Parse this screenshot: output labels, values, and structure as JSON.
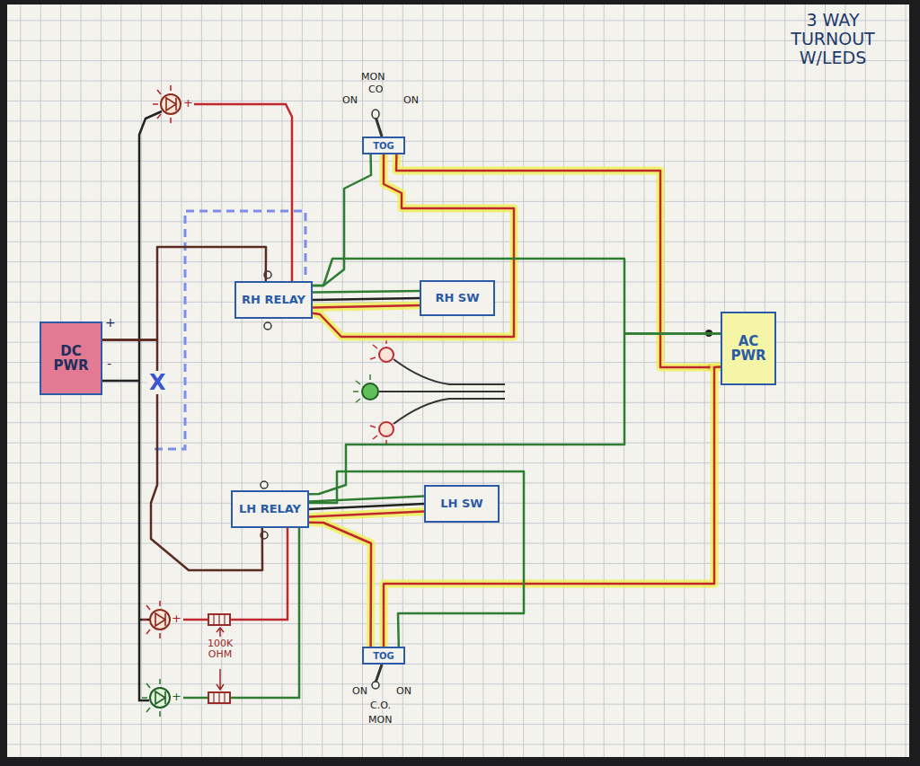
{
  "diagram": {
    "title": "3 WAY TURNOUT W/LEDS",
    "nodes": [
      {
        "text": [
          "TOG"
        ]
      },
      {
        "text": [
          "RH RELAY"
        ]
      },
      {
        "text": [
          "RH SW"
        ]
      },
      {
        "text": [
          "DC PWR"
        ]
      },
      {
        "text": [
          "AC PWR"
        ]
      },
      {
        "text": [
          "LH RELAY"
        ]
      },
      {
        "text": [
          "LH SW"
        ]
      },
      {
        "text": [
          "TOG"
        ]
      }
    ],
    "edges": [
      {
        "from": 3,
        "to": 1,
        "arrow": "none"
      },
      {
        "from": 3,
        "to": 5,
        "arrow": "none"
      },
      {
        "from": 0,
        "to": 1,
        "arrow": "none"
      },
      {
        "from": 0,
        "to": 4,
        "arrow": "none"
      },
      {
        "from": 0,
        "to": 1,
        "arrow": "none"
      },
      {
        "from": 1,
        "to": 2,
        "arrow": "none"
      },
      {
        "from": 1,
        "to": 2,
        "arrow": "none"
      },
      {
        "from": 1,
        "to": 2,
        "arrow": "none"
      },
      {
        "from": 4,
        "to": 1,
        "arrow": "none"
      },
      {
        "from": 4,
        "to": 5,
        "arrow": "none"
      },
      {
        "from": 5,
        "to": 6,
        "arrow": "none"
      },
      {
        "from": 5,
        "to": 6,
        "arrow": "none"
      },
      {
        "from": 5,
        "to": 6,
        "arrow": "none"
      },
      {
        "from": 7,
        "to": 5,
        "arrow": "none"
      },
      {
        "from": 7,
        "to": 4,
        "arrow": "none"
      },
      {
        "from": 7,
        "to": 5,
        "arrow": "none"
      }
    ],
    "labels": [
      "ON",
      "MON",
      "CO",
      "ON",
      "+",
      "+",
      "-",
      "X",
      "+",
      "100K OHM",
      "+",
      "ON",
      "ON",
      "C.O.",
      "MON"
    ]
  }
}
